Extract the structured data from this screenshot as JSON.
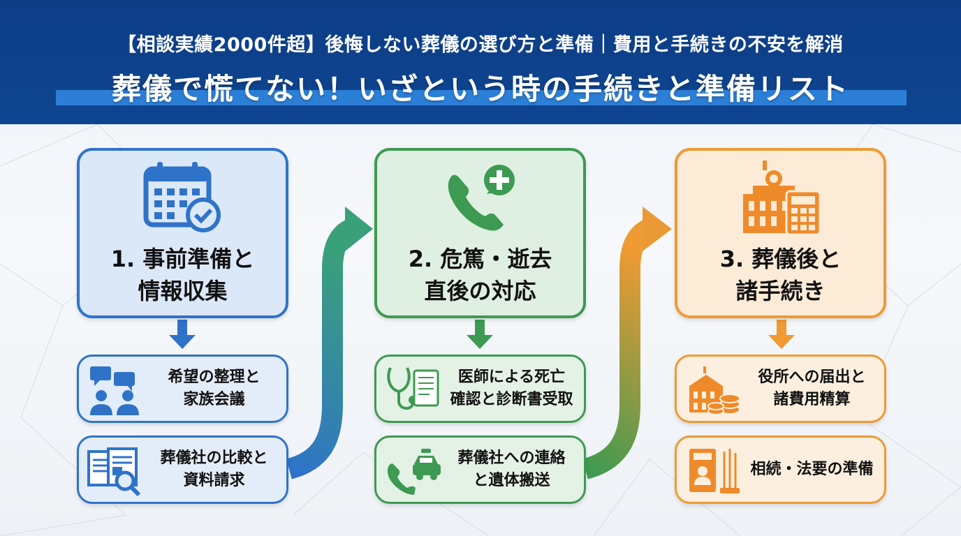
{
  "header": {
    "subtitle": "【相談実績2000件超】後悔しない葬儀の選び方と準備｜費用と手続きの不安を解消",
    "title": "葬儀で慌てない！いざという時の手続きと準備リスト"
  },
  "colors": {
    "header_bg": "#0d3d86",
    "blue": "#2f73c9",
    "green": "#3d9a52",
    "orange": "#ef9a33"
  },
  "steps": [
    {
      "label_line1": "1. 事前準備と",
      "label_line2": "情報収集",
      "icon": "calendar-check-icon",
      "items": [
        {
          "line1": "希望の整理と",
          "line2": "家族会議",
          "icon": "family-discussion-icon"
        },
        {
          "line1": "葬儀社の比較と",
          "line2": "資料請求",
          "icon": "document-search-icon"
        }
      ]
    },
    {
      "label_line1": "2. 危篤・逝去",
      "label_line2": "直後の対応",
      "icon": "phone-medical-icon",
      "items": [
        {
          "line1": "医師による死亡",
          "line2": "確認と診断書受取",
          "icon": "stethoscope-document-icon"
        },
        {
          "line1": "葬儀社への連絡",
          "line2": "と遺体搬送",
          "icon": "phone-vehicle-icon"
        }
      ]
    },
    {
      "label_line1": "3. 葬儀後と",
      "label_line2": "諸手続き",
      "icon": "office-calculator-icon",
      "items": [
        {
          "line1": "役所への届出と",
          "line2": "諸費用精算",
          "icon": "office-coins-icon"
        },
        {
          "line1": "相続・法要の準備",
          "line2": "",
          "icon": "family-register-incense-icon"
        }
      ]
    }
  ]
}
